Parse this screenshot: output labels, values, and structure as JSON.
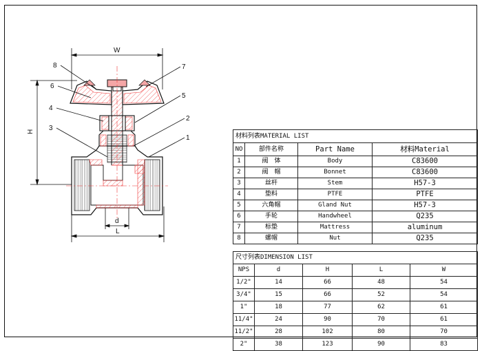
{
  "drawing": {
    "dim_labels": {
      "width": "W",
      "height": "H",
      "bore": "d",
      "length": "L"
    },
    "balloons": [
      "1",
      "2",
      "3",
      "4",
      "5",
      "6",
      "7",
      "8"
    ]
  },
  "material_list": {
    "title": "材料列表MATERIAL LIST",
    "headers": [
      "NO",
      "部件名称",
      "Part Name",
      "材料Material"
    ],
    "rows": [
      {
        "no": "1",
        "cn": "阀　体",
        "en": "Body",
        "mat": "C83600"
      },
      {
        "no": "2",
        "cn": "阀　帽",
        "en": "Bonnet",
        "mat": "C83600"
      },
      {
        "no": "3",
        "cn": "丝杆",
        "en": "Stem",
        "mat": "H57-3"
      },
      {
        "no": "4",
        "cn": "垫料",
        "en": "PTFE",
        "mat": "PTFE"
      },
      {
        "no": "5",
        "cn": "六角帽",
        "en": "Gland Nut",
        "mat": "H57-3"
      },
      {
        "no": "6",
        "cn": "手轮",
        "en": "Handwheel",
        "mat": "Q235"
      },
      {
        "no": "7",
        "cn": "标垫",
        "en": "Mattress",
        "mat": "aluminum"
      },
      {
        "no": "8",
        "cn": "螺帽",
        "en": "Nut",
        "mat": "Q235"
      }
    ]
  },
  "dimension_list": {
    "title": "尺寸列表DIMENSION LIST",
    "headers": [
      "NPS",
      "d",
      "H",
      "L",
      "W"
    ],
    "rows": [
      {
        "nps": "1/2\"",
        "d": "14",
        "h": "66",
        "l": "48",
        "w": "54"
      },
      {
        "nps": "3/4\"",
        "d": "15",
        "h": "66",
        "l": "52",
        "w": "54"
      },
      {
        "nps": "1\"",
        "d": "18",
        "h": "77",
        "l": "62",
        "w": "61"
      },
      {
        "nps": "11/4\"",
        "d": "24",
        "h": "90",
        "l": "70",
        "w": "61"
      },
      {
        "nps": "11/2\"",
        "d": "28",
        "h": "102",
        "l": "80",
        "w": "70"
      },
      {
        "nps": "2\"",
        "d": "38",
        "h": "123",
        "l": "90",
        "w": "83"
      }
    ]
  }
}
